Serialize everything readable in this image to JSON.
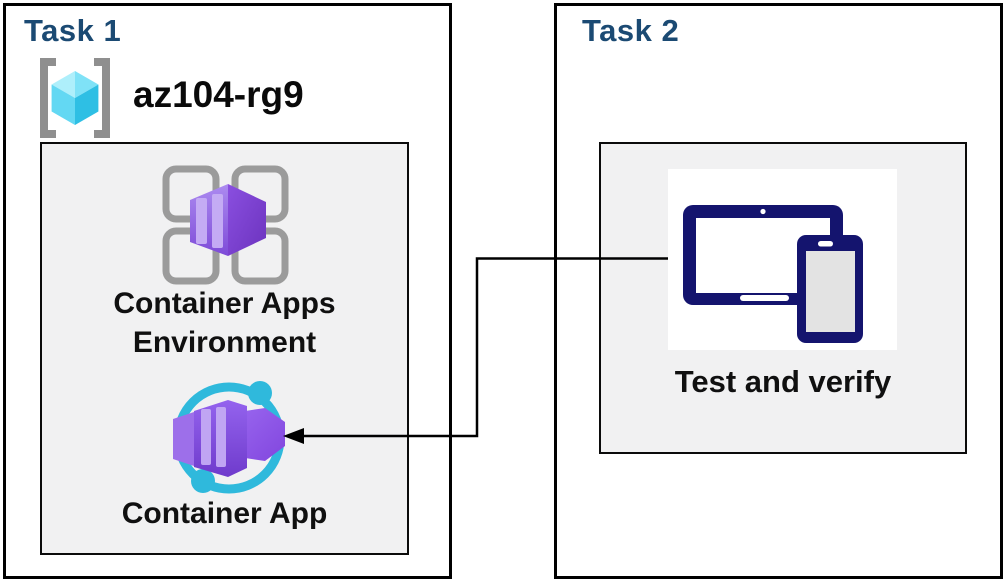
{
  "diagram": {
    "kind": "azure-lab-task-diagram",
    "task1": {
      "title": "Task 1",
      "resource_group": {
        "label": "az104-rg9",
        "icon": "resource-group-icon"
      },
      "items": [
        {
          "label": "Container Apps Environment",
          "icon": "container-apps-environment-icon"
        },
        {
          "label": "Container App",
          "icon": "container-app-icon"
        }
      ]
    },
    "task2": {
      "title": "Task 2",
      "items": [
        {
          "label": "Test and verify",
          "icon": "tablet-phone-devices-icon"
        }
      ]
    },
    "connector": {
      "from": "tablet-phone-devices-icon",
      "to": "container-app-icon",
      "shape": "elbow",
      "arrowhead": "left"
    },
    "colors": {
      "title_blue": "#1B4A73",
      "text_black": "#101010",
      "panel_gray": "#F1F1F2",
      "border_black": "#000000",
      "purple_main": "#8250DF",
      "purple_dark": "#7038C8",
      "purple_stripe": "#C2A8F4",
      "ring_cyan": "#2FB9DC",
      "cube_cyan": "#5BD5F2",
      "bracket_gray": "#8F8F8F",
      "grid_gray": "#9B9B9B",
      "device_navy": "#14146E"
    }
  }
}
